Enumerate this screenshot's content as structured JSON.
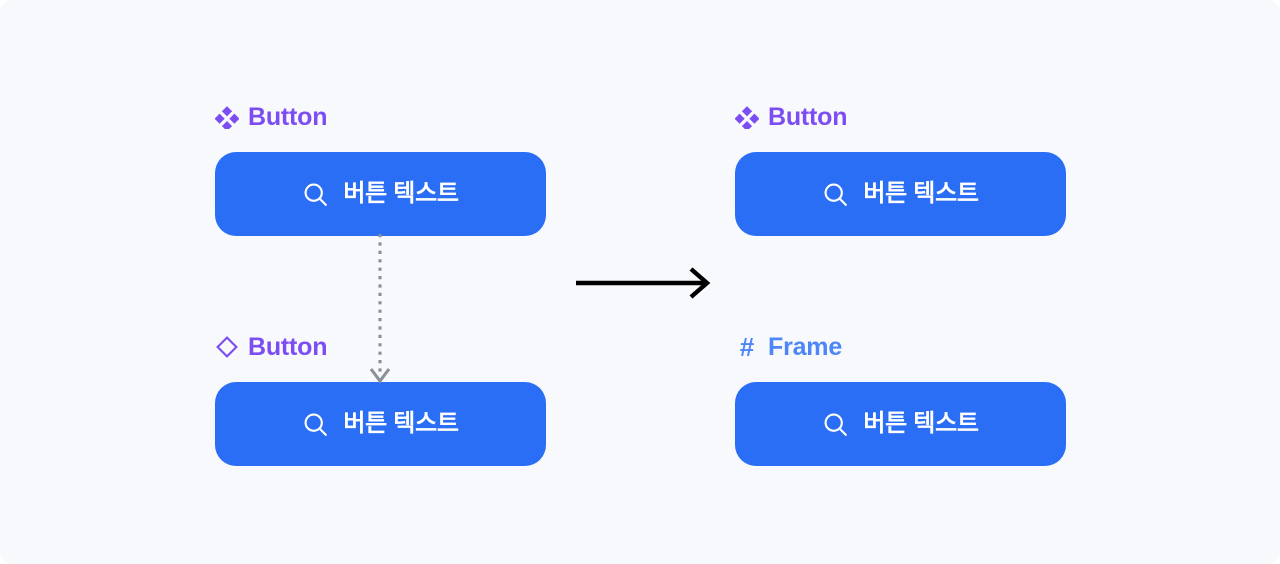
{
  "canvas": {
    "background_color": "#f8f9fc",
    "corner_radius": "13px"
  },
  "colors": {
    "button_blue": "#2b6ef6",
    "component_purple": "#7b4df2",
    "frame_blue": "#4c86f7",
    "connector_gray": "#8a8f98",
    "arrow_black": "#000000",
    "button_text": "#ffffff"
  },
  "nodes": {
    "top_left": {
      "label": {
        "icon": "component-set-icon",
        "icon_kind": "four-diamonds-filled",
        "text": "Button",
        "color": "#7b4df2"
      },
      "button": {
        "icon": "search-icon",
        "text": "버튼 텍스트"
      }
    },
    "bottom_left": {
      "label": {
        "icon": "component-instance-icon",
        "icon_kind": "diamond-outline",
        "text": "Button",
        "color": "#7b4df2"
      },
      "button": {
        "icon": "search-icon",
        "text": "버튼 텍스트"
      }
    },
    "top_right": {
      "label": {
        "icon": "component-set-icon",
        "icon_kind": "four-diamonds-filled",
        "text": "Button",
        "color": "#7b4df2"
      },
      "button": {
        "icon": "search-icon",
        "text": "버튼 텍스트"
      }
    },
    "bottom_right": {
      "label": {
        "icon": "hash-icon",
        "icon_kind": "hash-glyph",
        "glyph": "#",
        "text": "Frame",
        "color": "#4c86f7"
      },
      "button": {
        "icon": "search-icon",
        "text": "버튼 텍스트"
      }
    }
  },
  "connectors": {
    "vertical_dotted": {
      "name": "instance-link-arrow",
      "style": "dotted",
      "color": "#8a8f98",
      "direction": "down"
    },
    "horizontal_solid": {
      "name": "transform-arrow",
      "style": "solid",
      "color": "#000000",
      "direction": "right"
    }
  }
}
